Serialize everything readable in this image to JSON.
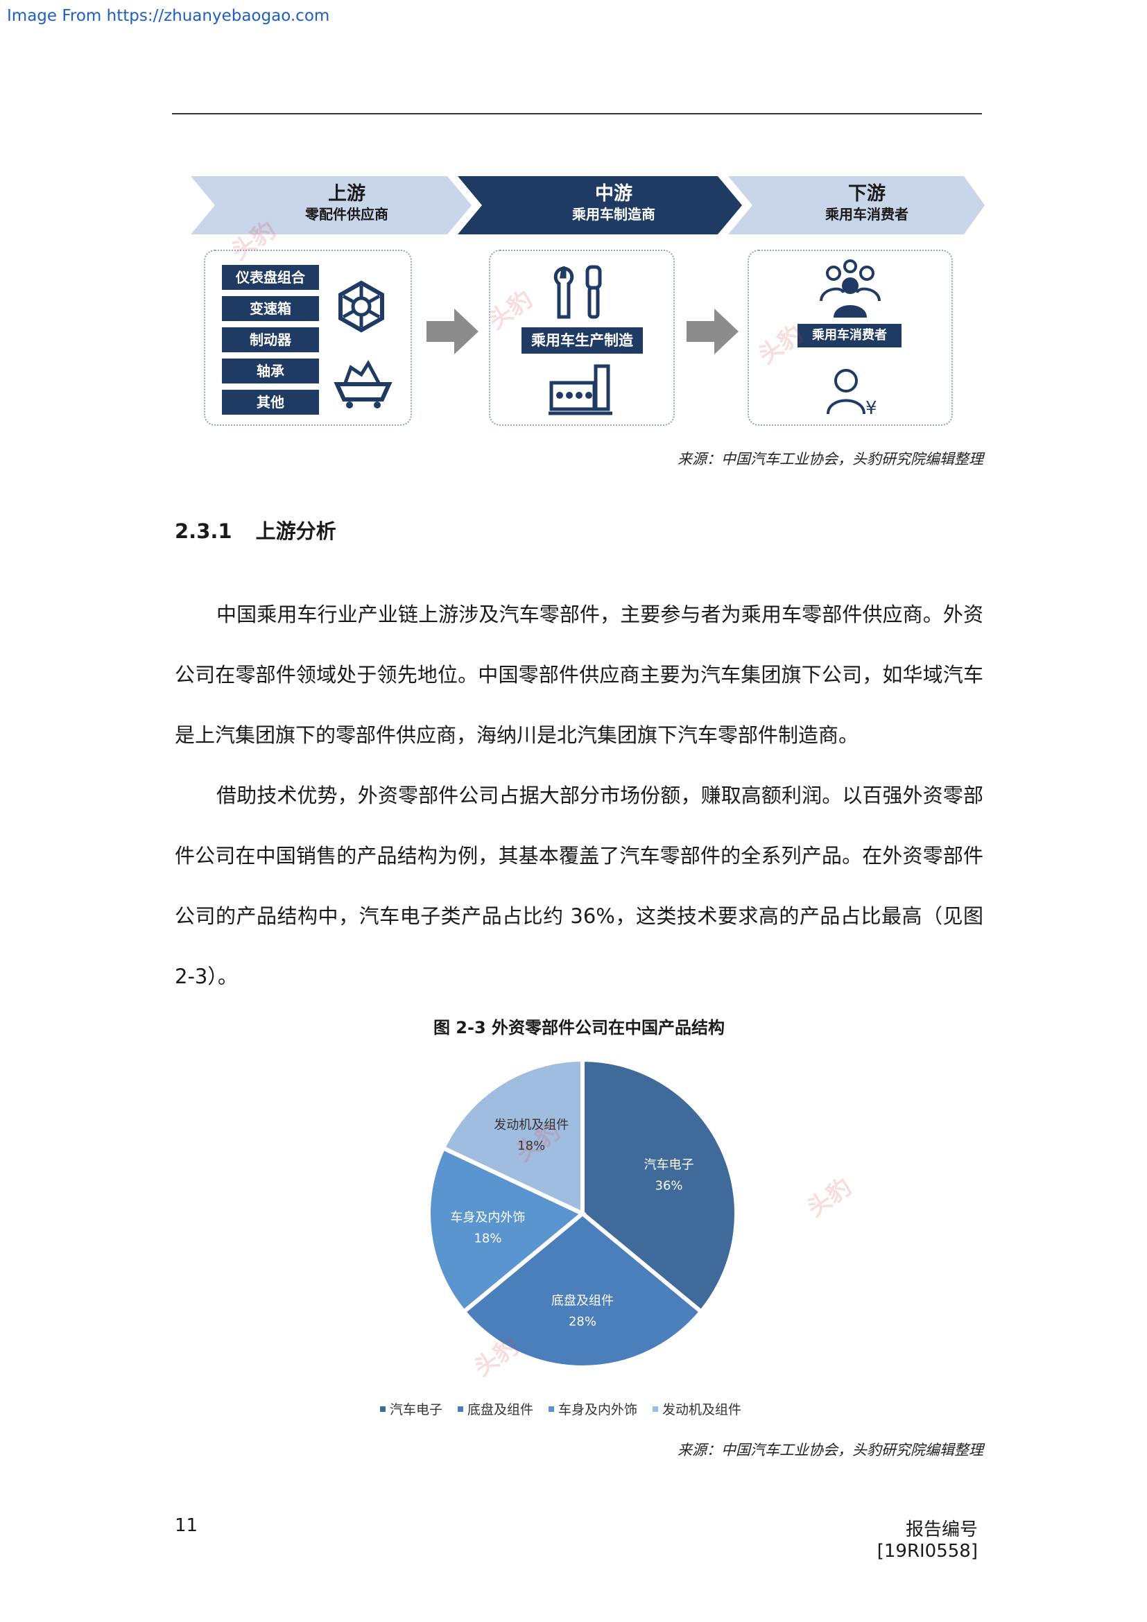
{
  "header": {
    "source_link": "Image From https://zhuanyebaogao.com"
  },
  "chain": {
    "upstream": {
      "title": "上游",
      "subtitle": "零配件供应商",
      "parts": [
        "仪表盘组合",
        "变速箱",
        "制动器",
        "轴承",
        "其他"
      ]
    },
    "midstream": {
      "title": "中游",
      "subtitle": "乘用车制造商",
      "label": "乘用车生产制造"
    },
    "downstream": {
      "title": "下游",
      "subtitle": "乘用车消费者",
      "label": "乘用车消费者"
    },
    "source": "来源：中国汽车工业协会，头豹研究院编辑整理",
    "colors": {
      "light_chevron": "#c9d6ea",
      "dark_chevron": "#1f3a63",
      "arrow": "#8c8c8c"
    }
  },
  "section": {
    "number": "2.3.1",
    "title": "上游分析"
  },
  "body": {
    "paragraphs": [
      "中国乘用车行业产业链上游涉及汽车零部件，主要参与者为乘用车零部件供应商。外资公司在零部件领域处于领先地位。中国零部件供应商主要为汽车集团旗下公司，如华域汽车是上汽集团旗下的零部件供应商，海纳川是北汽集团旗下汽车零部件制造商。",
      "借助技术优势，外资零部件公司占据大部分市场份额，赚取高额利润。以百强外资零部件公司在中国销售的产品结构为例，其基本覆盖了汽车零部件的全系列产品。在外资零部件公司的产品结构中，汽车电子类产品占比约 36%，这类技术要求高的产品占比最高（见图 2-3）。"
    ]
  },
  "figure": {
    "title": "图 2-3 外资零部件公司在中国产品结构",
    "source": "来源：中国汽车工业协会，头豹研究院编辑整理"
  },
  "chart_data": {
    "type": "pie",
    "title": "图 2-3 外资零部件公司在中国产品结构",
    "categories": [
      "汽车电子",
      "底盘及组件",
      "车身及内外饰",
      "发动机及组件"
    ],
    "values": [
      36,
      28,
      18,
      18
    ],
    "labels": [
      "36%",
      "28%",
      "18%",
      "18%"
    ],
    "colors": [
      "#3f6a99",
      "#4a7fbb",
      "#5b95cf",
      "#a0bde0"
    ],
    "legend": "bottom"
  },
  "watermark": "头豹",
  "footer": {
    "page_number": "11",
    "report_id": "报告编号[19RI0558]"
  }
}
